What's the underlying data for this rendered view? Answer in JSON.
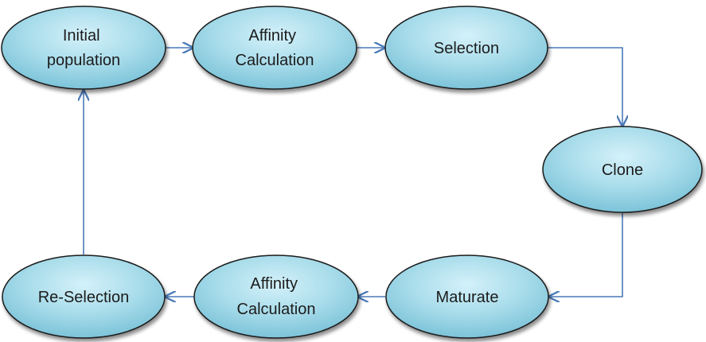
{
  "nodes": [
    {
      "id": "initial-population",
      "lines": [
        "Initial",
        "population"
      ]
    },
    {
      "id": "affinity-calculation-top",
      "lines": [
        "Affinity",
        "Calculation"
      ]
    },
    {
      "id": "selection",
      "lines": [
        "Selection"
      ]
    },
    {
      "id": "clone",
      "lines": [
        "Clone"
      ]
    },
    {
      "id": "maturate",
      "lines": [
        "Maturate"
      ]
    },
    {
      "id": "affinity-calculation-bottom",
      "lines": [
        "Affinity",
        "Calculation"
      ]
    },
    {
      "id": "re-selection",
      "lines": [
        "Re-Selection"
      ]
    }
  ],
  "edges": [
    {
      "from": "initial-population",
      "to": "affinity-calculation-top"
    },
    {
      "from": "affinity-calculation-top",
      "to": "selection"
    },
    {
      "from": "selection",
      "to": "clone"
    },
    {
      "from": "clone",
      "to": "maturate"
    },
    {
      "from": "maturate",
      "to": "affinity-calculation-bottom"
    },
    {
      "from": "affinity-calculation-bottom",
      "to": "re-selection"
    },
    {
      "from": "re-selection",
      "to": "initial-population"
    }
  ],
  "colors": {
    "node_fill": "#a8dcea",
    "node_stroke": "#1a1a1a",
    "edge": "#4a7ab8"
  }
}
